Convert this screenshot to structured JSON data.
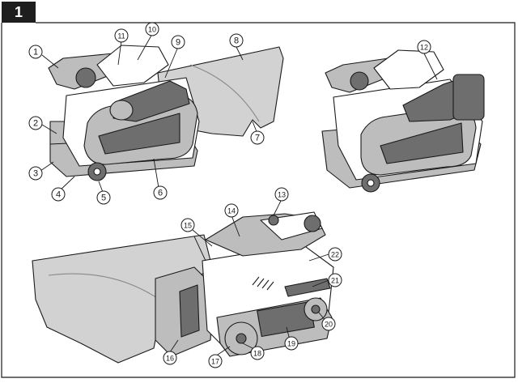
{
  "figure": {
    "number": "1"
  },
  "callouts": [
    {
      "id": "c1",
      "label": "1"
    },
    {
      "id": "c2",
      "label": "2"
    },
    {
      "id": "c3",
      "label": "3"
    },
    {
      "id": "c4",
      "label": "4"
    },
    {
      "id": "c5",
      "label": "5"
    },
    {
      "id": "c6",
      "label": "6"
    },
    {
      "id": "c7",
      "label": "7"
    },
    {
      "id": "c8",
      "label": "8"
    },
    {
      "id": "c9",
      "label": "9"
    },
    {
      "id": "c10",
      "label": "10"
    },
    {
      "id": "c11",
      "label": "11"
    },
    {
      "id": "c12",
      "label": "12"
    },
    {
      "id": "c13",
      "label": "13"
    },
    {
      "id": "c14",
      "label": "14"
    },
    {
      "id": "c15",
      "label": "15"
    },
    {
      "id": "c16",
      "label": "16"
    },
    {
      "id": "c17",
      "label": "17"
    },
    {
      "id": "c18",
      "label": "18"
    },
    {
      "id": "c19",
      "label": "19"
    },
    {
      "id": "c20",
      "label": "20"
    },
    {
      "id": "c21",
      "label": "21"
    },
    {
      "id": "c22",
      "label": "22"
    }
  ],
  "colors": {
    "line": "#1a1a1a",
    "shade": "#bdbdbd",
    "dark": "#6e6e6e",
    "bag": "#d2d2d2",
    "paper": "#ffffff"
  }
}
